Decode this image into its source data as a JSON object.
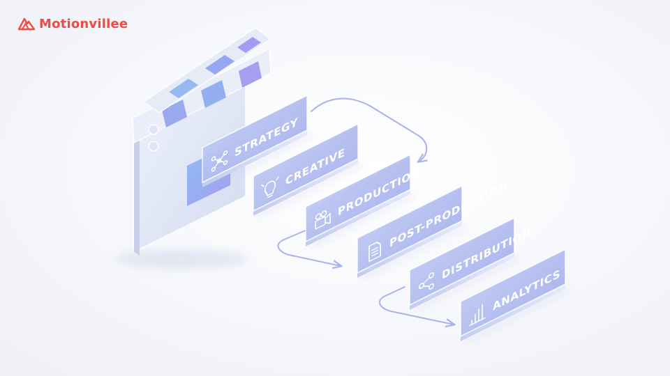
{
  "brand": {
    "name": "Motionvillee",
    "color": "#ee4b44",
    "icon": "mountain-logo-icon"
  },
  "workflow": {
    "stages": [
      {
        "label": "STRATEGY",
        "icon": "network-nodes-icon"
      },
      {
        "label": "CREATIVE",
        "icon": "lightbulb-icon"
      },
      {
        "label": "PRODUCTION",
        "icon": "video-camera-icon"
      },
      {
        "label": "POST-PRODUCTION",
        "icon": "document-icon"
      },
      {
        "label": "DISTRIBUTION",
        "icon": "share-icon"
      },
      {
        "label": "ANALYTICS",
        "icon": "bar-chart-icon"
      }
    ],
    "illustration": "clapperboard-icon",
    "colors": {
      "card_top": "#b9c7f2",
      "card_bottom": "#9aa6ea",
      "connector": "#a9b2ee",
      "clapper": "#d8e0f3"
    }
  }
}
